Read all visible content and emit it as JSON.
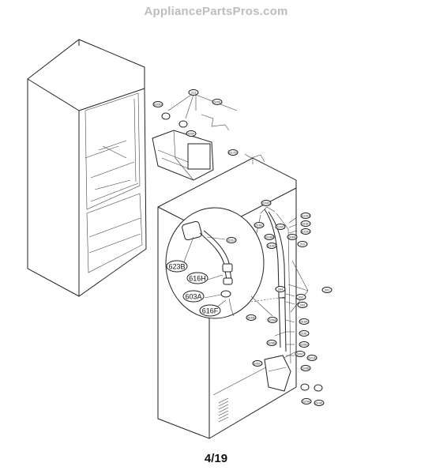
{
  "header": {
    "watermark": "AppliancePartsPros.com"
  },
  "footer": {
    "page": "4/19"
  },
  "callouts_large": [
    "623B",
    "616H",
    "603A",
    "616F"
  ],
  "callouts_small": [
    "313",
    "620D",
    "620E",
    "620F",
    "617D",
    "616J",
    "616H",
    "620D",
    "616E",
    "616F",
    "319",
    "616D",
    "616C",
    "616G",
    "616A",
    "616B",
    "602B",
    "626A",
    "626B",
    "626C",
    "331",
    "332",
    "333",
    "334",
    "616K",
    "616L",
    "626D",
    "620B",
    "620C",
    "621A",
    "620A",
    "619E"
  ]
}
